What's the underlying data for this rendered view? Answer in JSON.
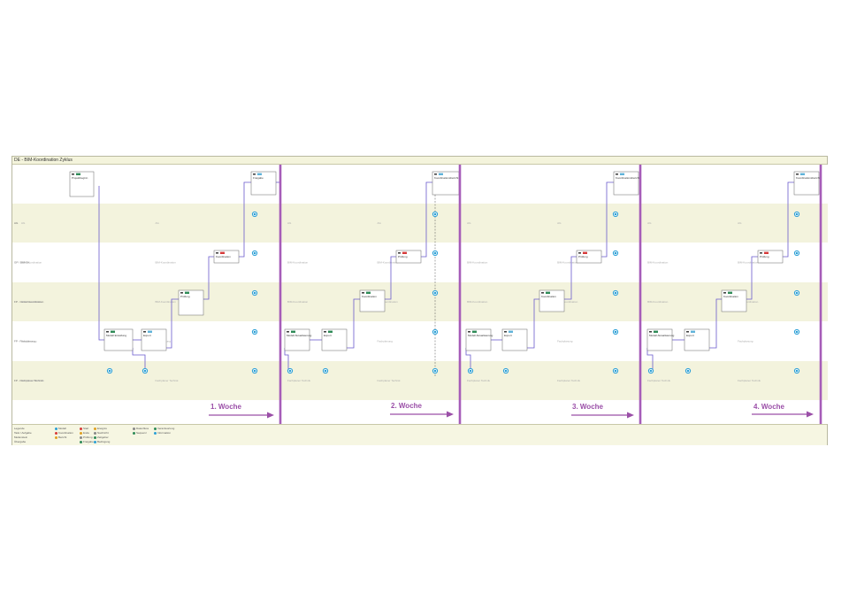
{
  "window": {
    "title": "DE - BIM-Koordination Zyklus"
  },
  "lanes": [
    {
      "label": ""
    },
    {
      "label": "AG"
    },
    {
      "label": "GP / BIM-GK"
    },
    {
      "label": "FP - Gesamtkoordination"
    },
    {
      "label": "FP - Fachplanung"
    },
    {
      "label": "FP - Fachplaner Technik"
    }
  ],
  "weeks": [
    {
      "label": "1. Woche"
    },
    {
      "label": "2. Woche"
    },
    {
      "label": "3. Woche"
    },
    {
      "label": "4. Woche"
    }
  ],
  "tasks": {
    "week1": [
      "Projektbeginn",
      "Modell Erstellung",
      "Export",
      "Prüfung",
      "Koordination",
      "Freigabe"
    ],
    "week2": [
      "Modell Aktualisierung",
      "Export",
      "Koordination",
      "Prüfung",
      "Koordinationsbericht"
    ],
    "week3": [
      "Modell Aktualisierung",
      "Export",
      "Koordination",
      "Prüfung",
      "Koordinationsbericht"
    ],
    "week4": [
      "Modell Aktualisierung",
      "Export",
      "Koordination",
      "Prüfung",
      "Koordinationsbericht"
    ]
  },
  "ghost_text": {
    "gk": "BIM-Koordination",
    "fp": "Fachplanung",
    "tech": "Fachplaner Technik"
  },
  "legend": {
    "col1": [
      "Legende",
      "Task / Aufgabe",
      "Meilenstein",
      "Übergabe"
    ],
    "col2": [
      "Modell",
      "Koordination",
      "Bericht"
    ],
    "col3": [
      "Start",
      "Ende",
      "Prüfung",
      "Freigabe"
    ],
    "col4": [
      "Ereignis",
      "Nachricht",
      "Zeitgeber",
      "Bedingung"
    ],
    "col5": [
      "Datenfluss",
      "Sequenz"
    ],
    "col6": [
      "Verantwortung",
      "Information"
    ]
  },
  "colors": {
    "week_divider": "#a65cb8",
    "arrow": "#9b4fa8",
    "connector": "#6a5acd",
    "lane_alt": "#f3f3dd",
    "event": "#2a9fd6",
    "task_green": "#2e8b57",
    "task_red": "#d63a3a"
  }
}
